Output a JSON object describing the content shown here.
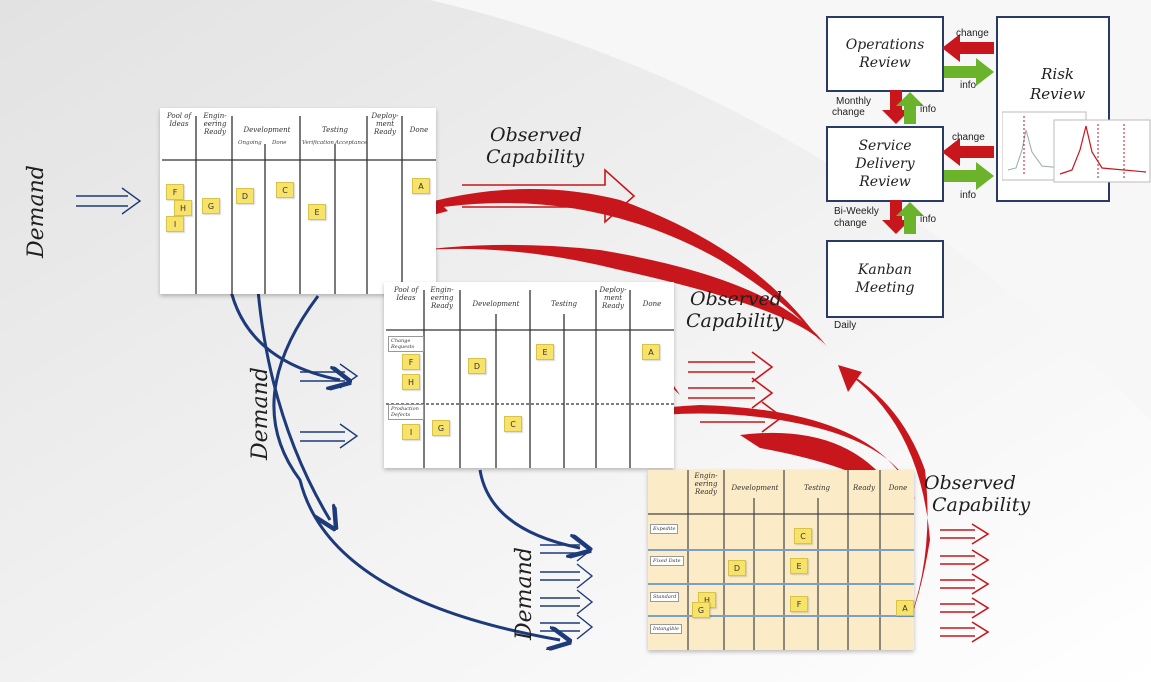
{
  "labels": {
    "demand": "Demand",
    "observed_capability": [
      "Observed",
      "Capability"
    ]
  },
  "board_columns_1": [
    "Pool of Ideas",
    "Engin-eering Ready",
    "Development",
    "Testing",
    "Deploy-ment Ready",
    "Done"
  ],
  "board_sub": {
    "ongoing": "Ongoing",
    "done": "Done",
    "verification": "Verification",
    "acceptance": "Acceptance"
  },
  "board_columns_3": [
    "Engin-eering Ready",
    "Development",
    "Testing",
    "Ready",
    "Done"
  ],
  "board1_notes": [
    "F",
    "H",
    "I",
    "G",
    "D",
    "C",
    "E",
    "A"
  ],
  "board2_notes": [
    "F",
    "H",
    "I",
    "G",
    "D",
    "E",
    "C",
    "A"
  ],
  "board2_lanes": [
    "Change Requests",
    "Production Defects"
  ],
  "board3_lanes": [
    "Expedite",
    "Fixed Date",
    "Standard",
    "Intangible"
  ],
  "board3_notes": [
    "D",
    "H",
    "G",
    "E",
    "F",
    "C",
    "A"
  ],
  "flow": {
    "operations_review": [
      "Operations",
      "Review"
    ],
    "service_delivery_review": [
      "Service",
      "Delivery",
      "Review"
    ],
    "kanban_meeting": [
      "Kanban",
      "Meeting"
    ],
    "risk_review": [
      "Risk",
      "Review"
    ],
    "change": "change",
    "info": "info",
    "monthly": "Monthly",
    "biweekly": "Bi-Weekly",
    "daily": "Daily"
  },
  "colors": {
    "red": "#c8161d",
    "blue": "#1d3a7a",
    "green": "#6cb32c",
    "note": "#f7e36a"
  }
}
